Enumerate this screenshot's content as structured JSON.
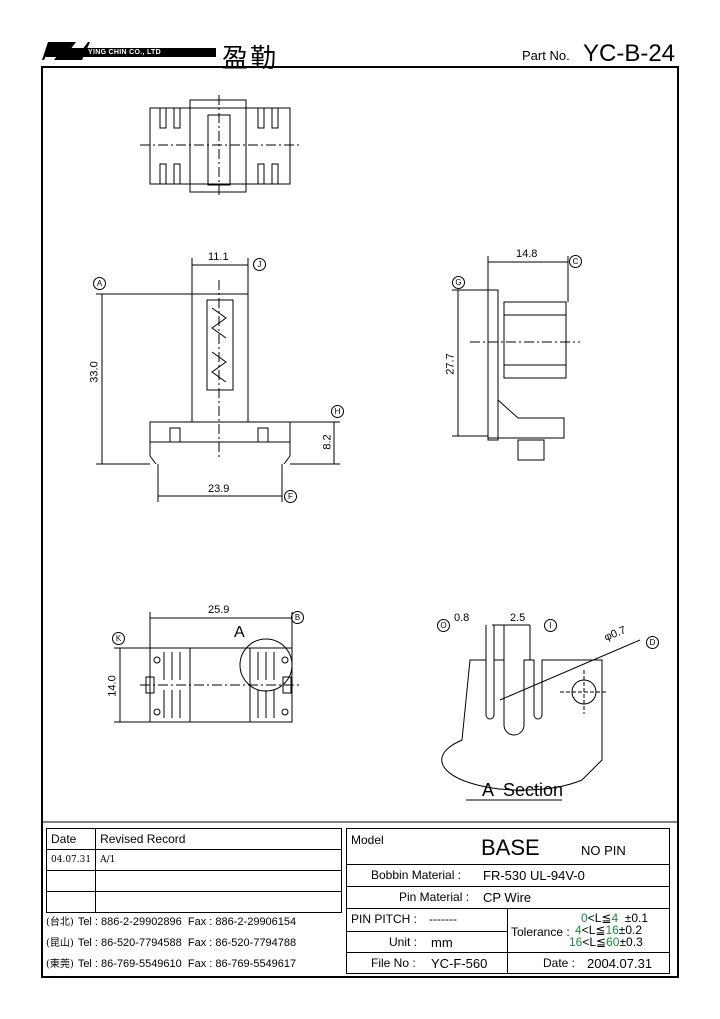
{
  "header": {
    "company_en": "YING CHIN CO., LTD",
    "company_cn": "盈勤",
    "part_label": "Part No.",
    "part_value": "YC-B-24"
  },
  "dimensions": {
    "top_width": "11.1",
    "top_ref": "J",
    "height_total": "33.0",
    "height_ref": "A",
    "bottom_height": "8.2",
    "bottom_ref": "H",
    "base_width": "23.9",
    "base_ref": "F",
    "side_depth": "14.8",
    "side_ref": "C",
    "side_height": "27.7",
    "side_height_ref": "G",
    "plan_width": "25.9",
    "plan_ref": "B",
    "plan_depth": "14.0",
    "plan_depth_ref": "K",
    "section_pitch_a": "0.8",
    "section_ref_a": "O",
    "section_pitch_b": "2.5",
    "section_ref_b": "I",
    "section_dia": "φ0.7",
    "section_dia_ref": "D",
    "detail_label": "A",
    "section_title": "A  Section"
  },
  "revision": {
    "col_date": "Date",
    "col_record": "Revised  Record",
    "rows": [
      {
        "date": "04.07.31",
        "record": "A/1"
      },
      {
        "date": "",
        "record": ""
      },
      {
        "date": "",
        "record": ""
      }
    ]
  },
  "contacts": [
    {
      "prefix": "(台北)",
      "tel": "Tel : 886-2-29902896",
      "fax": "Fax : 886-2-29906154"
    },
    {
      "prefix": "(昆山)",
      "tel": "Tel : 86-520-7794588",
      "fax": "Fax : 86-520-7794788"
    },
    {
      "prefix": "(東莞)",
      "tel": "Tel : 86-769-5549610",
      "fax": "Fax : 86-769-5549617"
    }
  ],
  "spec": {
    "model_label": "Model",
    "model_value": "BASE",
    "model_note": "NO PIN",
    "bobbin_label": "Bobbin  Material :",
    "bobbin_value": "FR-530 UL-94V-0",
    "pin_label": "Pin  Material :",
    "pin_value": "CP Wire",
    "pitch_label": "PIN  PITCH :",
    "pitch_value": "-------",
    "unit_label": "Unit :",
    "unit_value": "mm",
    "tol_label": "Tolerance :",
    "tol": [
      {
        "lo": "0",
        "mid": "<L≦",
        "hi": "4",
        "pm": "±0.1"
      },
      {
        "lo": "4",
        "mid": "<L≦",
        "hi": "16",
        "pm": "±0.2"
      },
      {
        "lo": "16",
        "mid": "<L≦",
        "hi": "60",
        "pm": "±0.3"
      }
    ],
    "file_label": "File  No :",
    "file_value": "YC-F-560",
    "date_label": "Date :",
    "date_value": "2004.07.31"
  },
  "colors": {
    "tolerance_green": "#1a8a3a"
  }
}
